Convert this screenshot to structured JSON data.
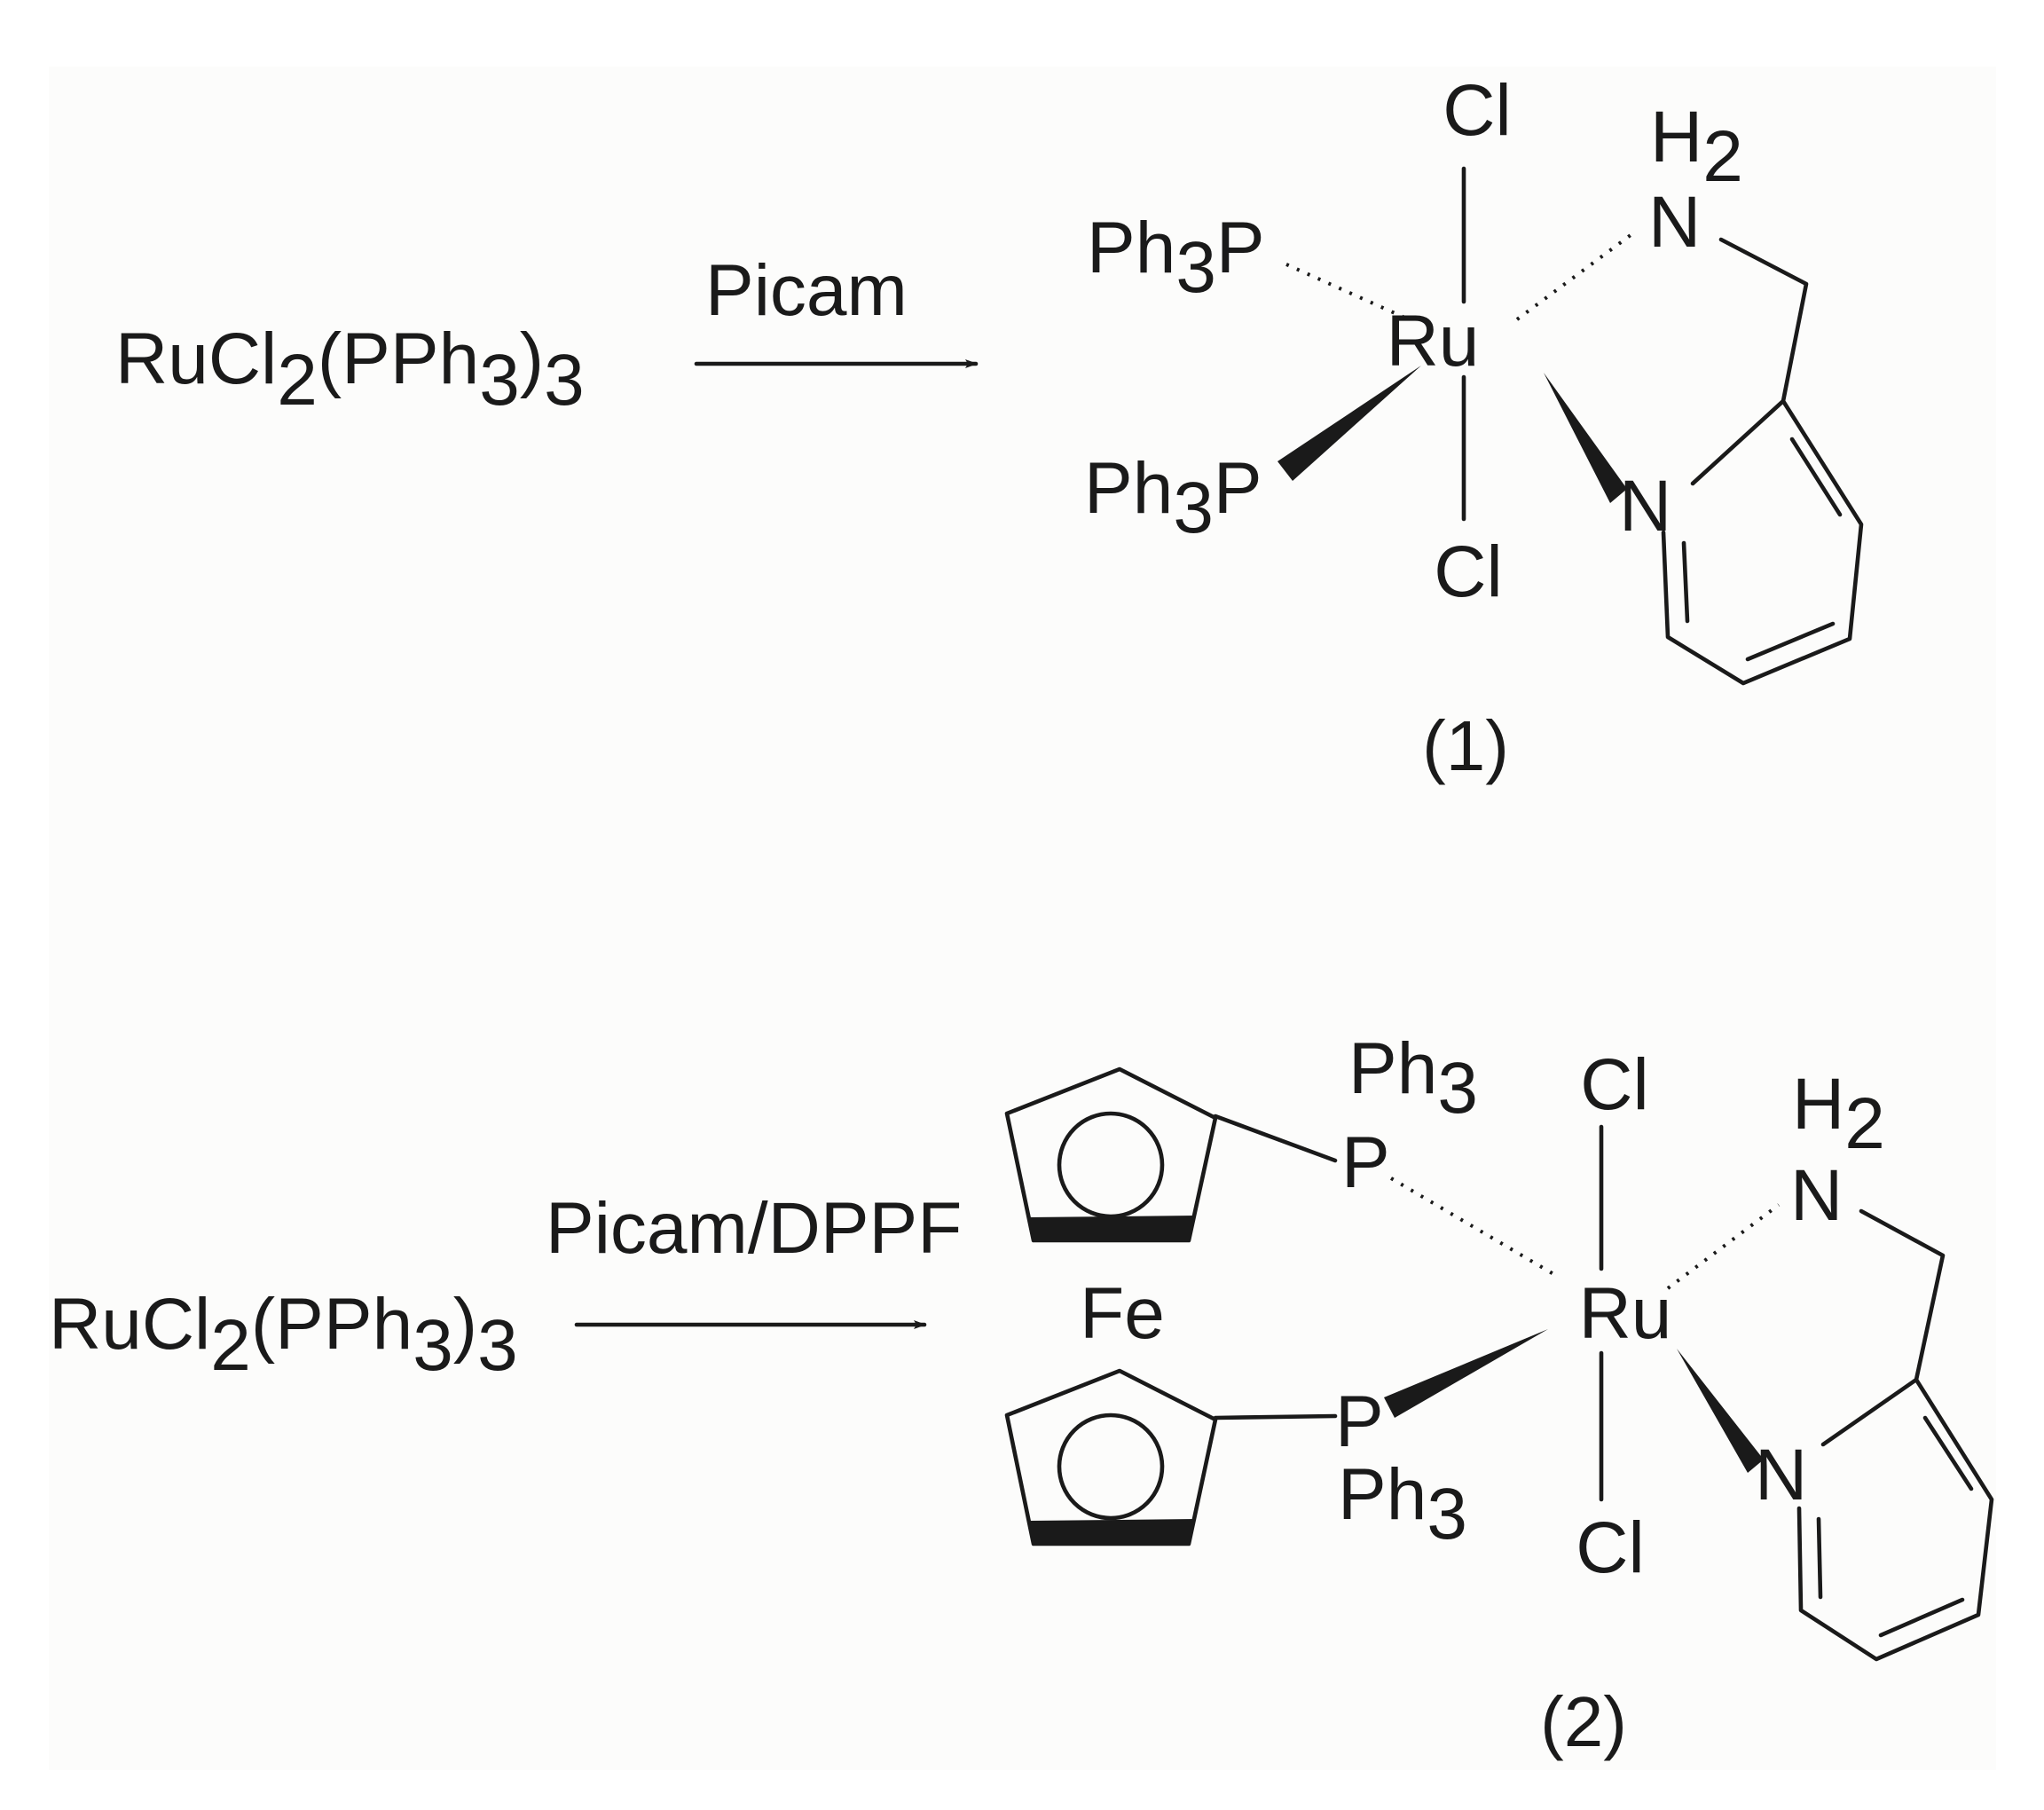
{
  "colors": {
    "background": "#ffffff",
    "panel": "#fcfcfb",
    "ink": "#1a1a1a"
  },
  "reaction_1": {
    "reactant": {
      "main": "RuCl",
      "sub1": "2",
      "mid": "(PPh",
      "sub2": "3",
      "close": ")",
      "sub3": "3"
    },
    "reagent": "Picam",
    "product": {
      "metal": "Ru",
      "cl_top": "Cl",
      "cl_bottom": "Cl",
      "amine_h": "H",
      "amine_h_sub": "2",
      "amine_n": "N",
      "pyridine_n": "N",
      "phos_a": "Ph",
      "phos_a_sub": "3",
      "phos_a_p": "P",
      "phos_b": "Ph",
      "phos_b_sub": "3",
      "phos_b_p": "P"
    },
    "label": "(1)"
  },
  "reaction_2": {
    "reactant": {
      "main": "RuCl",
      "sub1": "2",
      "mid": "(PPh",
      "sub2": "3",
      "close": ")",
      "sub3": "3"
    },
    "reagent": "Picam/DPPF",
    "product": {
      "metal": "Ru",
      "iron": "Fe",
      "cl_top": "Cl",
      "cl_bottom": "Cl",
      "amine_h": "H",
      "amine_h_sub": "2",
      "amine_n": "N",
      "pyridine_n": "N",
      "p_top": "P",
      "p_top_ph": "Ph",
      "p_top_sub": "3",
      "p_bottom": "P",
      "p_bottom_ph": "Ph",
      "p_bottom_sub": "3"
    },
    "label": "(2)"
  }
}
